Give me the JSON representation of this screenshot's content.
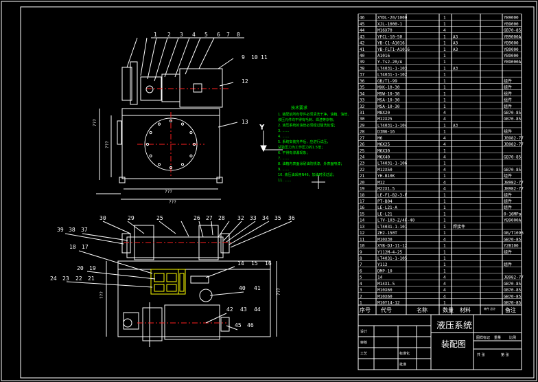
{
  "drawing": {
    "title_main": "液压系统",
    "title_sub": "装配图",
    "colors": {
      "background": "#000000",
      "line": "#ffffff",
      "note_text": "#00ff00",
      "centerline": "#ff2020",
      "valve": "#ffff00",
      "leader": "#ffffff"
    }
  },
  "top_view_callouts": [
    "1",
    "2",
    "3",
    "4",
    "5",
    "6",
    "7",
    "8",
    "9",
    "10",
    "11",
    "12",
    "13"
  ],
  "bottom_view_callouts": [
    "39",
    "38",
    "37",
    "30",
    "29",
    "25",
    "26",
    "27",
    "28",
    "32",
    "33",
    "34",
    "35",
    "36",
    "18",
    "17",
    "20",
    "19",
    "24",
    "23",
    "22",
    "21",
    "14",
    "15",
    "16",
    "40",
    "41",
    "42",
    "43",
    "44",
    "45",
    "46"
  ],
  "dimensions": {
    "height_left": "???",
    "height_inner": "???",
    "width_inner": "???",
    "width_outer": "???",
    "height_bottom": "???",
    "height_bottom_right": "???"
  },
  "notes": {
    "title": "技术要求",
    "lines": [
      "1. 装配前所有零件必须清洗干净，油箱、油管、",
      "   液压元件均不得有毛刺、焊渣等杂物；",
      "2. 液压系统的油管必须经过酸洗处理；",
      "3. ……",
      "4. ……",
      "5. 系统安装完毕后，应进行试压，",
      "   试验压力为工作压力的1.5倍；",
      "6. 不得有渗漏现象；",
      "7. ……",
      "8. 油箱内表面涂耐油防锈漆，外表面喷漆；",
      "9. ……",
      "10. 液压油采用N46，加油时须过滤；",
      "11. ……"
    ]
  },
  "parts_table": {
    "rows": [
      {
        "no": "46",
        "code": "XYDL-20/1000",
        "name": "",
        "qty": "1",
        "mat": "",
        "std": "YB9000"
      },
      {
        "no": "45",
        "code": "XJL-1000-1",
        "name": "",
        "qty": "1",
        "mat": "",
        "std": "YB9000"
      },
      {
        "no": "44",
        "code": "M16X70",
        "name": "",
        "qty": "4",
        "mat": "",
        "std": "GB70-85"
      },
      {
        "no": "43",
        "code": "YFCL-10-50",
        "name": "",
        "qty": "1",
        "mat": "A3",
        "std": "YB9000A"
      },
      {
        "no": "42",
        "code": "YB-C1-A1016",
        "name": "",
        "qty": "1",
        "mat": "A3",
        "std": "YB9000"
      },
      {
        "no": "41",
        "code": "YB-FLT1-A1016",
        "name": "",
        "qty": "1",
        "mat": "A3",
        "std": "YB9000"
      },
      {
        "no": "40",
        "code": "A1016",
        "name": "",
        "qty": "1",
        "mat": "",
        "std": "YB9000"
      },
      {
        "no": "39",
        "code": "Y-Ts2-20/A",
        "name": "",
        "qty": "1",
        "mat": "",
        "std": "YB9000A"
      },
      {
        "no": "38",
        "code": "LT4031-1-103",
        "name": "",
        "qty": "1",
        "mat": "A3",
        "std": ""
      },
      {
        "no": "37",
        "code": "LT4031-1-102",
        "name": "",
        "qty": "1",
        "mat": "",
        "std": ""
      },
      {
        "no": "36",
        "code": "GB/T1-99",
        "name": "",
        "qty": "1",
        "mat": "",
        "std": "组件"
      },
      {
        "no": "35",
        "code": "MXK-10-30",
        "name": "",
        "qty": "1",
        "mat": "",
        "std": "组件"
      },
      {
        "no": "34",
        "code": "MSW-10-30",
        "name": "",
        "qty": "1",
        "mat": "",
        "std": "组件"
      },
      {
        "no": "33",
        "code": "MSA-10-30",
        "name": "",
        "qty": "1",
        "mat": "",
        "std": "组件"
      },
      {
        "no": "32",
        "code": "MSA-10-30",
        "name": "",
        "qty": "1",
        "mat": "",
        "std": "组件"
      },
      {
        "no": "31",
        "code": "M8X20",
        "name": "",
        "qty": "4",
        "mat": "",
        "std": "GB70-85"
      },
      {
        "no": "30",
        "code": "M12X25",
        "name": "",
        "qty": "4",
        "mat": "",
        "std": "GB70-85"
      },
      {
        "no": "29",
        "code": "LT4031-1-104",
        "name": "",
        "qty": "1",
        "mat": "A3",
        "std": ""
      },
      {
        "no": "28",
        "code": "DIN6-16",
        "name": "",
        "qty": "1",
        "mat": "",
        "std": "组件"
      },
      {
        "no": "27",
        "code": "M6",
        "name": "",
        "qty": "4",
        "mat": "",
        "std": "JB982-77"
      },
      {
        "no": "26",
        "code": "M6X25",
        "name": "",
        "qty": "4",
        "mat": "",
        "std": "JB982-77"
      },
      {
        "no": "25",
        "code": "M6X30",
        "name": "",
        "qty": "1",
        "mat": "",
        "std": ""
      },
      {
        "no": "24",
        "code": "M6X40",
        "name": "",
        "qty": "4",
        "mat": "",
        "std": "GB70-85"
      },
      {
        "no": "23",
        "code": "LT4031-1-106",
        "name": "",
        "qty": "1",
        "mat": "",
        "std": ""
      },
      {
        "no": "22",
        "code": "M12X50",
        "name": "",
        "qty": "4",
        "mat": "",
        "std": "GB70-85"
      },
      {
        "no": "21",
        "code": "YH-B10K",
        "name": "",
        "qty": "1",
        "mat": "",
        "std": "组件"
      },
      {
        "no": "20",
        "code": "M12",
        "name": "",
        "qty": "4",
        "mat": "",
        "std": "JB982-77"
      },
      {
        "no": "19",
        "code": "M22X1.5",
        "name": "",
        "qty": "4",
        "mat": "",
        "std": "JB982-77"
      },
      {
        "no": "18",
        "code": "LE-F1-B2-3-F",
        "name": "",
        "qty": "1",
        "mat": "",
        "std": "组件"
      },
      {
        "no": "17",
        "code": "PT-B04",
        "name": "",
        "qty": "1",
        "mat": "",
        "std": "组件"
      },
      {
        "no": "16",
        "code": "LE-L21-A",
        "name": "",
        "qty": "1",
        "mat": "",
        "std": "组件"
      },
      {
        "no": "15",
        "code": "LE-L21",
        "name": "",
        "qty": "1",
        "mat": "",
        "std": "0-16MPa"
      },
      {
        "no": "14",
        "code": "LTV-103-Z/4F-40",
        "name": "",
        "qty": "1",
        "mat": "",
        "std": "YB9000A"
      },
      {
        "no": "13",
        "code": "LT4031-1-101",
        "name": "",
        "qty": "1",
        "mat": "焊接件",
        "std": ""
      },
      {
        "no": "12",
        "code": "ZH2-150T",
        "name": "",
        "qty": "1",
        "mat": "",
        "std": "GB/T1096"
      },
      {
        "no": "11",
        "code": "M10X30",
        "name": "",
        "qty": "4",
        "mat": "",
        "std": "GB70-85"
      },
      {
        "no": "10",
        "code": "XYB-DJ-11-12",
        "name": "",
        "qty": "1",
        "mat": "",
        "std": "Y2B100"
      },
      {
        "no": "9",
        "code": "Y112M-4-25",
        "name": "",
        "qty": "1",
        "mat": "",
        "std": "组件"
      },
      {
        "no": "8",
        "code": "LT4031-1-105",
        "name": "",
        "qty": "1",
        "mat": "",
        "std": ""
      },
      {
        "no": "7",
        "code": "Y112",
        "name": "",
        "qty": "1",
        "mat": "",
        "std": "组件"
      },
      {
        "no": "6",
        "code": "DMP-10",
        "name": "",
        "qty": "1",
        "mat": "",
        "std": ""
      },
      {
        "no": "5",
        "code": "14",
        "name": "",
        "qty": "4",
        "mat": "",
        "std": "JB982-77"
      },
      {
        "no": "4",
        "code": "M14X1.5",
        "name": "",
        "qty": "4",
        "mat": "",
        "std": "GB70-85"
      },
      {
        "no": "3",
        "code": "M10X60",
        "name": "",
        "qty": "4",
        "mat": "",
        "std": "GB70-85"
      },
      {
        "no": "2",
        "code": "M10X60",
        "name": "",
        "qty": "4",
        "mat": "",
        "std": "GB70-85"
      },
      {
        "no": "1",
        "code": "M10Y14-12",
        "name": "",
        "qty": "1",
        "mat": "",
        "std": "GB70-85"
      }
    ],
    "header": {
      "no": "序号",
      "code": "代号",
      "name": "名称",
      "qty": "数量",
      "mat": "材料",
      "weight": "单件 总计",
      "std": "备注"
    }
  },
  "title_block": {
    "left_labels": [
      "设计",
      "审核",
      "工艺",
      "标准化",
      "批准"
    ],
    "right_labels": [
      "图样标记",
      "重量",
      "比例"
    ],
    "bottom_labels": [
      "共 张",
      "第 张"
    ]
  }
}
